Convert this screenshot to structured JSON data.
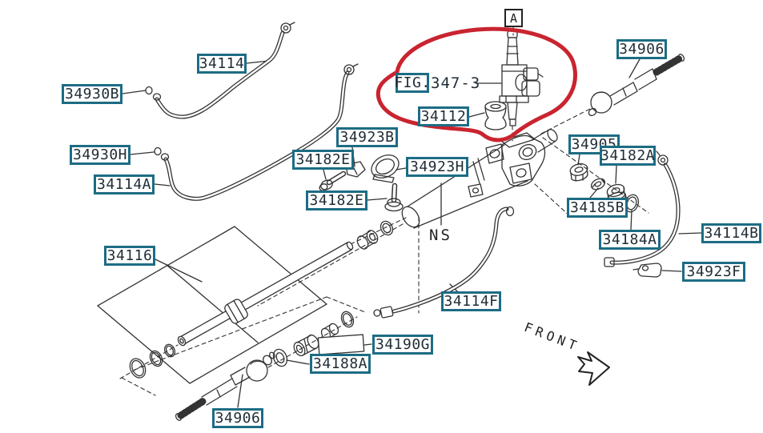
{
  "figure": {
    "view_marker": "A",
    "fig_box_label": "FIG.",
    "fig_number": "347-3",
    "ns_marker": "NS",
    "front_marker": "FRONT"
  },
  "part_labels": [
    "34114",
    "34930B",
    "34930H",
    "34114A",
    "34116",
    "34923B",
    "34182E",
    "34182E",
    "34923H",
    "34112",
    "34906",
    "34905",
    "34182A",
    "34185B",
    "34184A",
    "34114B",
    "34923F",
    "34114F",
    "34190G",
    "34188A",
    "34906"
  ],
  "colors": {
    "label_border": "#1d6c84",
    "label_text": "#1f2c36",
    "line_art": "#333333",
    "highlight_red": "#c9242f",
    "background": "#ffffff"
  }
}
